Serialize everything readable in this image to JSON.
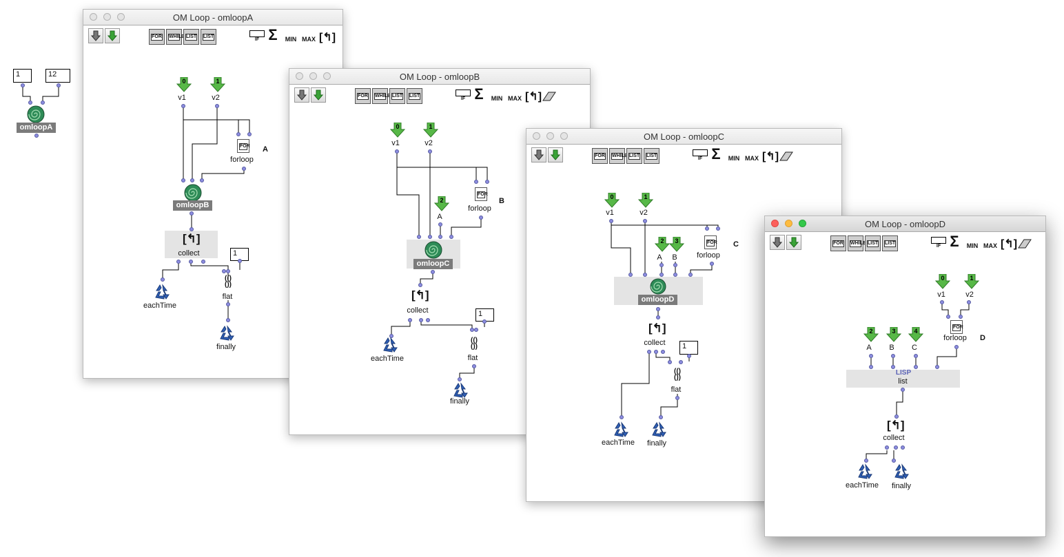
{
  "desktop": {
    "box_value_1": "1",
    "box_value_12": "12",
    "omloop_a_label": "omloopA"
  },
  "windows": {
    "a": {
      "title": "OM Loop - omloopA",
      "inputs": [
        "0",
        "1"
      ],
      "input_names": [
        "v1",
        "v2"
      ],
      "forloop": "forloop",
      "letter": "A",
      "subloop": "omloopB",
      "collect": "collect",
      "num": "1",
      "flat": "flat",
      "eachtime": "eachTime",
      "finally": "finally"
    },
    "b": {
      "title": "OM Loop - omloopB",
      "inputs": [
        "0",
        "1",
        "2"
      ],
      "input_names": [
        "v1",
        "v2",
        "A"
      ],
      "forloop": "forloop",
      "letter": "B",
      "subloop": "omloopC",
      "collect": "collect",
      "num": "1",
      "flat": "flat",
      "eachtime": "eachTime",
      "finally": "finally"
    },
    "c": {
      "title": "OM Loop - omloopC",
      "inputs": [
        "0",
        "1",
        "2",
        "3"
      ],
      "input_names": [
        "v1",
        "v2",
        "A",
        "B"
      ],
      "forloop": "forloop",
      "letter": "C",
      "subloop": "omloopD",
      "collect": "collect",
      "num": "1",
      "flat": "flat",
      "eachtime": "eachTime",
      "finally": "finally"
    },
    "d": {
      "title": "OM Loop - omloopD",
      "inputs": [
        "0",
        "1",
        "2",
        "3",
        "4"
      ],
      "input_names": [
        "v1",
        "v2",
        "A",
        "B",
        "C"
      ],
      "forloop": "forloop",
      "letter": "D",
      "lisp_tag": "LISP",
      "lisp_fn": "list",
      "collect": "collect",
      "eachtime": "eachTime",
      "finally": "finally"
    }
  },
  "toolbar": {
    "iter_icons": [
      "FOR",
      "WHILE",
      "LIST",
      "LIST"
    ],
    "accum_icons": [
      "IF",
      "Σ",
      "MIN",
      "MAX"
    ],
    "icon_names": [
      "import-arrow-icon",
      "export-arrow-icon",
      "for-icon",
      "while-icon",
      "list-icon",
      "list-icon",
      "counter-if-icon",
      "sum-icon",
      "min-icon",
      "max-icon",
      "collect-icon",
      "eraser-icon"
    ]
  },
  "colors": {
    "arrow_green": "#57b847",
    "inlet_blue": "#8d8de0",
    "name_bar_gray": "#7b7b7b",
    "recycle_blue": "#2f5fb5"
  }
}
